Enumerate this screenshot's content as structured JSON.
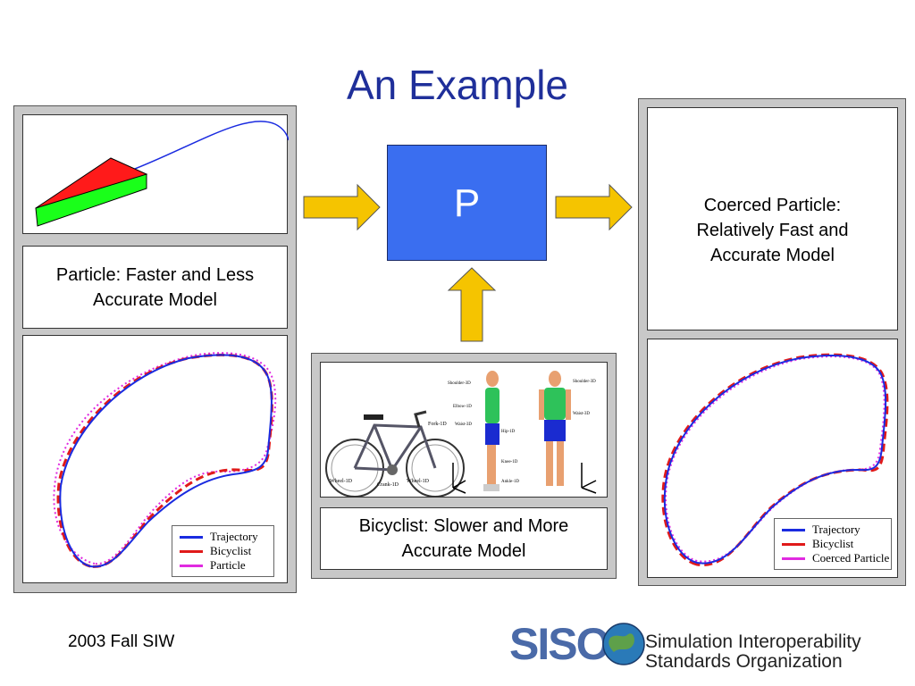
{
  "title": "An Example",
  "center_box": {
    "label": "P"
  },
  "particle_caption": {
    "line1": "Particle: Faster and Less",
    "line2": "Accurate Model"
  },
  "bicyclist_caption": {
    "line1": "Bicyclist: Slower and More",
    "line2": "Accurate Model"
  },
  "coerced_caption": {
    "line1": "Coerced Particle:",
    "line2": "Relatively Fast and",
    "line3": "Accurate Model"
  },
  "left_legend": {
    "items": [
      {
        "label": "Trajectory",
        "color": "#1a2be0"
      },
      {
        "label": "Bicyclist",
        "color": "#e01a1a"
      },
      {
        "label": "Particle",
        "color": "#e02ae0"
      }
    ]
  },
  "right_legend": {
    "items": [
      {
        "label": "Trajectory",
        "color": "#1a2be0"
      },
      {
        "label": "Bicyclist",
        "color": "#e01a1a"
      },
      {
        "label": "Coerced Particle",
        "color": "#e02ae0"
      }
    ]
  },
  "bike_labels": {
    "fork": "Fork-1D",
    "wheel1": "Wheel-1D",
    "crank": "Crank-1D",
    "wheel2": "Wheel-1D",
    "shoulder": "Shoulder-3D",
    "elbow": "Elbow-1D",
    "waist": "Waist-3D",
    "hip": "Hip-1D",
    "knee": "Knee-1D",
    "ankle": "Ankle-1D",
    "shoulder2": "Shoulder-3D",
    "waist2": "Waist-3D"
  },
  "footer": {
    "text": "2003 Fall SIW"
  },
  "logo": {
    "text": "SISO",
    "line1": "Simulation Interoperability",
    "line2": "Standards Organization"
  },
  "colors": {
    "title": "#1f2f9a",
    "p_box": "#3a6ef0",
    "arrow": "#f5c400",
    "panel": "#c8c8c8"
  }
}
